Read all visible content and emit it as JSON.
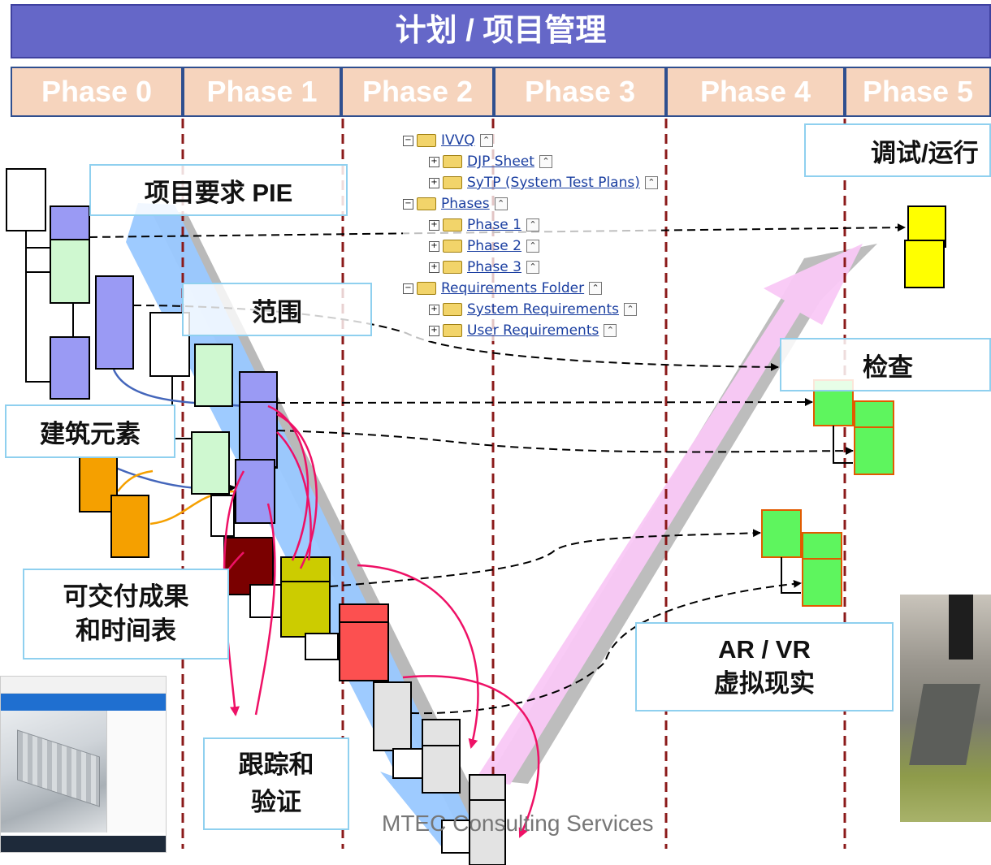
{
  "banner": {
    "title": "计划 / 项目管理"
  },
  "phases": [
    "Phase 0",
    "Phase 1",
    "Phase 2",
    "Phase 3",
    "Phase 4",
    "Phase 5"
  ],
  "labels": {
    "pie": "项目要求 PIE",
    "scope": "范围",
    "building": "建筑元素",
    "deliverables_line1": "可交付成果",
    "deliverables_line2": "和时间表",
    "tracking_line1": "跟踪和",
    "tracking_line2": "验证",
    "commissioning": "调试/运行",
    "inspection": "检查",
    "arvr_line1": "AR / VR",
    "arvr_line2": "虚拟现实"
  },
  "tree": [
    {
      "level": 0,
      "expander": "−",
      "label": "IVVQ"
    },
    {
      "level": 1,
      "expander": "+",
      "label": "DJP Sheet"
    },
    {
      "level": 1,
      "expander": "+",
      "label": "SyTP (System Test Plans)"
    },
    {
      "level": 0,
      "expander": "−",
      "label": "Phases"
    },
    {
      "level": 1,
      "expander": "+",
      "label": "Phase 1"
    },
    {
      "level": 1,
      "expander": "+",
      "label": "Phase 2"
    },
    {
      "level": 1,
      "expander": "+",
      "label": "Phase 3"
    },
    {
      "level": 0,
      "expander": "−",
      "label": "Requirements Folder"
    },
    {
      "level": 1,
      "expander": "+",
      "label": "System Requirements"
    },
    {
      "level": 1,
      "expander": "+",
      "label": "User Requirements"
    }
  ],
  "footer": "MTEC Consulting Services",
  "colors": {
    "banner": "#6567c8",
    "phase_fill": "#f6d4bd",
    "divider": "#8b1a1a",
    "left_arrow": "#99c8ff",
    "right_arrow": "#f9c8f6",
    "purple_block": "#9a9af4",
    "green_block": "#cff8d0",
    "orange_block": "#f5a000",
    "maroon_block": "#7a0000",
    "olive_block": "#cccc00",
    "red_block": "#fc5050",
    "gray_block": "#e3e3e3",
    "yellow_block": "#ffff00",
    "bright_green_block": "#5ef55e",
    "magenta_link": "#ee1166"
  }
}
